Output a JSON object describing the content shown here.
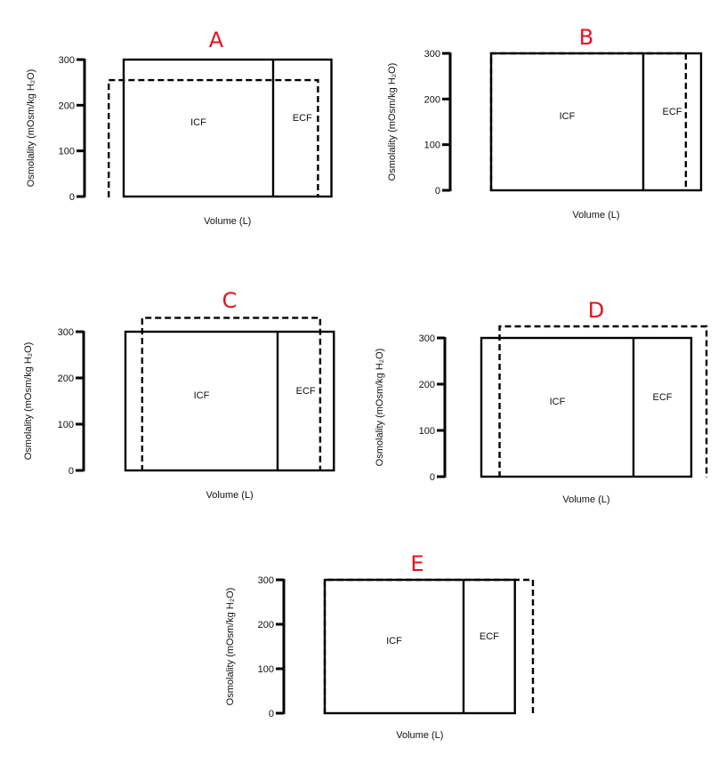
{
  "figure": {
    "panels": [
      {
        "letter": "A",
        "y_axis_label": "Osmolality (mOsm/kg H₂O)",
        "x_axis_label": "Volume (L)",
        "y_ticks": [
          "0",
          "100",
          "200",
          "300"
        ],
        "compartments": [
          "ICF",
          "ECF"
        ],
        "control": {
          "icf_volume": 1.0,
          "ecf_volume": 0.39,
          "osmolality": 300
        },
        "experimental": {
          "icf_start": -0.1,
          "icf_volume": 1.1,
          "ecf_volume": 0.3,
          "osmolality": 255
        }
      },
      {
        "letter": "B",
        "y_axis_label": "Osmolality (mOsm/kg H₂O)",
        "x_axis_label": "Volume (L)",
        "y_ticks": [
          "0",
          "100",
          "200",
          "300"
        ],
        "compartments": [
          "ICF",
          "ECF"
        ],
        "control": {
          "icf_volume": 1.0,
          "ecf_volume": 0.38,
          "osmolality": 300
        },
        "experimental": {
          "icf_start": 0.0,
          "icf_volume": 1.0,
          "ecf_volume": 0.28,
          "osmolality": 300
        }
      },
      {
        "letter": "C",
        "y_axis_label": "Osmolality (mOsm/kg H₂O)",
        "x_axis_label": "Volume (L)",
        "y_ticks": [
          "0",
          "100",
          "200",
          "300"
        ],
        "compartments": [
          "ICF",
          "ECF"
        ],
        "control": {
          "icf_volume": 1.0,
          "ecf_volume": 0.37,
          "osmolality": 300
        },
        "experimental": {
          "icf_start": 0.11,
          "icf_volume": 0.89,
          "ecf_volume": 0.28,
          "osmolality": 330
        }
      },
      {
        "letter": "D",
        "y_axis_label": "Osmolality (mOsm/kg H₂O)",
        "x_axis_label": "Volume (L)",
        "y_ticks": [
          "0",
          "100",
          "200",
          "300"
        ],
        "compartments": [
          "ICF",
          "ECF"
        ],
        "control": {
          "icf_volume": 1.0,
          "ecf_volume": 0.38,
          "osmolality": 300
        },
        "experimental": {
          "icf_start": 0.12,
          "icf_volume": 0.88,
          "ecf_volume": 0.48,
          "osmolality": 325
        }
      },
      {
        "letter": "E",
        "y_axis_label": "Osmolality (mOsm/kg H₂O)",
        "x_axis_label": "Volume (L)",
        "y_ticks": [
          "0",
          "100",
          "200",
          "300"
        ],
        "compartments": [
          "ICF",
          "ECF"
        ],
        "control": {
          "icf_volume": 1.0,
          "ecf_volume": 0.37,
          "osmolality": 300
        },
        "experimental": {
          "icf_start": 0.0,
          "icf_volume": 1.0,
          "ecf_volume": 0.5,
          "osmolality": 300
        }
      }
    ]
  }
}
